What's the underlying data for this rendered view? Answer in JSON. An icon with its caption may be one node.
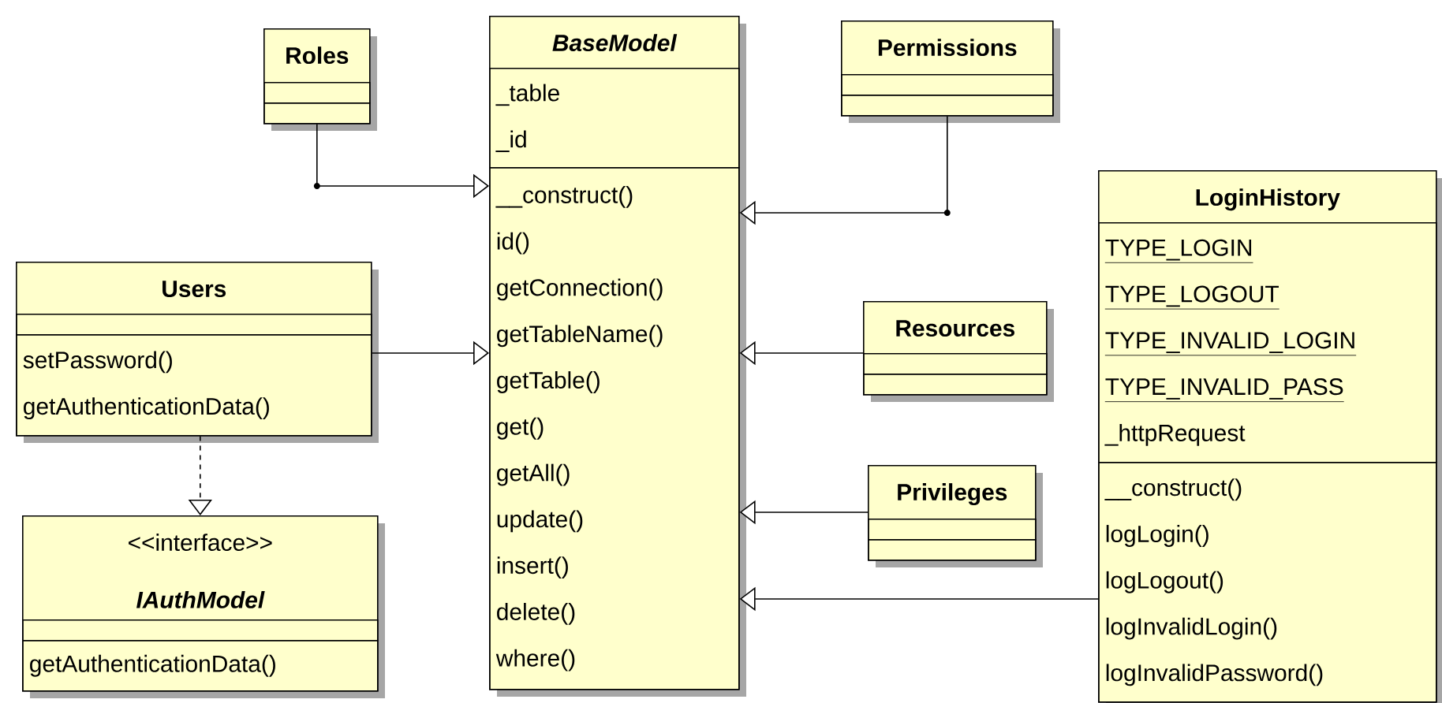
{
  "diagram": {
    "nodes": [
      {
        "text": [
          "Roles"
        ]
      },
      {
        "text": [],
        "shape": "box",
        "in": 0
      },
      {
        "text": [],
        "shape": "box",
        "in": 0
      },
      {
        "text": [
          "BaseModel"
        ]
      },
      {
        "text": [
          "_table",
          "_id"
        ],
        "in": 3
      },
      {
        "text": [
          "__construct()",
          "id()",
          "getConnection()",
          "getTableName()",
          "getTable()",
          "get()",
          "getAll()",
          "update()",
          "insert()",
          "delete()",
          "where()"
        ],
        "in": 3
      },
      {
        "text": [
          "Permissions"
        ]
      },
      {
        "text": [],
        "shape": "box",
        "in": 6
      },
      {
        "text": [],
        "shape": "box",
        "in": 6
      },
      {
        "text": [
          "LoginHistory"
        ]
      },
      {
        "text": [
          "TYPE_LOGIN",
          "TYPE_LOGOUT",
          "TYPE_INVALID_LOGIN",
          "TYPE_INVALID_PASS",
          "_httpRequest"
        ],
        "in": 9
      },
      {
        "text": [
          "__construct()",
          "logLogin()",
          "logLogout()",
          "logInvalidLogin()",
          "logInvalidPassword()"
        ],
        "in": 9
      },
      {
        "text": [
          "Users"
        ]
      },
      {
        "text": [],
        "shape": "box",
        "in": 12
      },
      {
        "text": [
          "setPassword()",
          "getAuthenticationData()"
        ],
        "in": 12
      },
      {
        "text": [
          "Resources"
        ]
      },
      {
        "text": [],
        "shape": "box",
        "in": 15
      },
      {
        "text": [],
        "shape": "box",
        "in": 15
      },
      {
        "text": [
          "<<interface>>",
          "IAuthModel"
        ]
      },
      {
        "text": [],
        "shape": "box",
        "in": 18
      },
      {
        "text": [
          "getAuthenticationData()"
        ],
        "in": 18
      },
      {
        "text": [
          "Privileges"
        ]
      },
      {
        "text": [],
        "shape": "box",
        "in": 21
      },
      {
        "text": [],
        "shape": "box",
        "in": 21
      }
    ],
    "edges": [
      {
        "from": 0,
        "to": 3,
        "arrow": "to"
      },
      {
        "from": 6,
        "to": 3,
        "arrow": "to"
      },
      {
        "from": 12,
        "to": 3,
        "arrow": "to"
      },
      {
        "from": 15,
        "to": 3,
        "arrow": "to"
      },
      {
        "from": 21,
        "to": 3,
        "arrow": "to"
      },
      {
        "from": 9,
        "to": 3,
        "arrow": "to"
      },
      {
        "from": 12,
        "to": 18,
        "arrow": "to",
        "style": "dashed"
      }
    ]
  }
}
